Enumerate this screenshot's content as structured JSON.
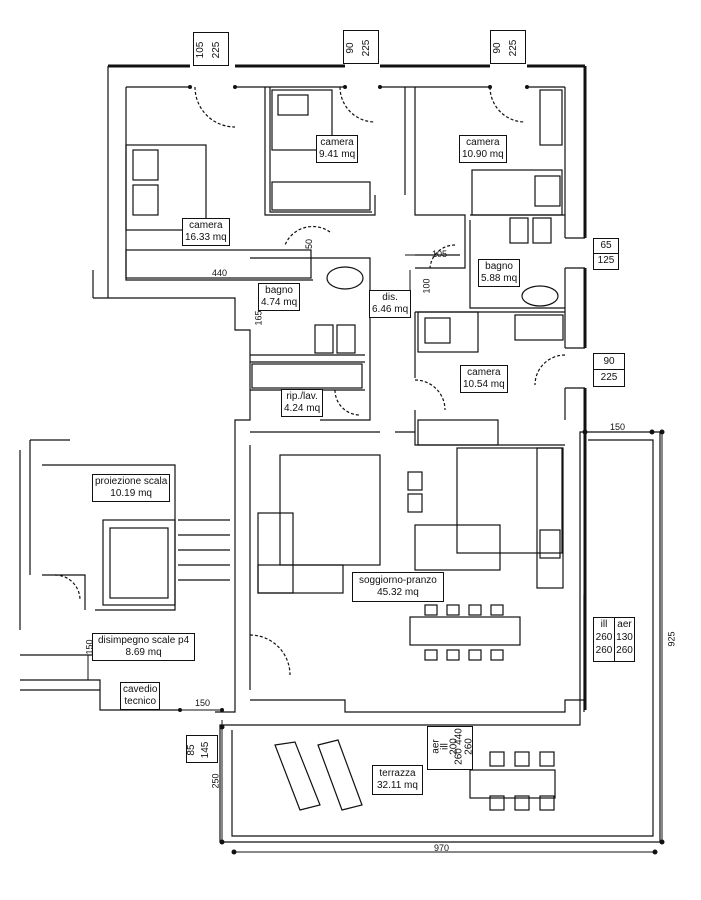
{
  "rooms": {
    "camera_1": {
      "name": "camera",
      "area": "16.33 mq"
    },
    "camera_2": {
      "name": "camera",
      "area": "9.41 mq"
    },
    "camera_3": {
      "name": "camera",
      "area": "10.90 mq"
    },
    "camera_4": {
      "name": "camera",
      "area": "10.54 mq"
    },
    "bagno_1": {
      "name": "bagno",
      "area": "4.74 mq"
    },
    "bagno_2": {
      "name": "bagno",
      "area": "5.88 mq"
    },
    "dis": {
      "name": "dis.",
      "area": "6.46 mq"
    },
    "rip": {
      "name": "rip./lav.",
      "area": "4.24 mq"
    },
    "proiezione": {
      "name": "proiezione scala",
      "area": "10.19 mq"
    },
    "soggiorno": {
      "name": "soggiorno-pranzo",
      "area": "45.32 mq"
    },
    "disimpegno": {
      "name": "disimpegno scale p4",
      "area": "8.69 mq"
    },
    "cavedio": {
      "name": "cavedio",
      "name2": "tecnico"
    },
    "terrazza": {
      "name": "terrazza",
      "area": "32.11 mq"
    }
  },
  "openings": {
    "top_1": {
      "w": "105",
      "h": "225"
    },
    "top_2": {
      "w": "90",
      "h": "225"
    },
    "top_3": {
      "w": "90",
      "h": "225"
    },
    "right_1": {
      "w": "65",
      "h": "125"
    },
    "right_2": {
      "w": "90",
      "h": "225"
    },
    "bottom_left": {
      "w": "85",
      "h": "145"
    }
  },
  "light_air": {
    "right": {
      "ill": "ill",
      "aer": "aer",
      "ill_1": "260",
      "ill_2": "260",
      "aer_1": "130",
      "aer_2": "260"
    },
    "terrace": {
      "aer": "aer",
      "ill": "ill",
      "aer_1": "200",
      "aer_2": "260",
      "ill_1": "440",
      "ill_2": "260"
    }
  },
  "dimensions": {
    "d440": "440",
    "d105": "105",
    "d100": "100",
    "d150_a": "150",
    "d150_b": "150",
    "d150_c": "150",
    "d165": "165",
    "d50": "50",
    "d925": "925",
    "d970": "970",
    "d250": "250"
  }
}
